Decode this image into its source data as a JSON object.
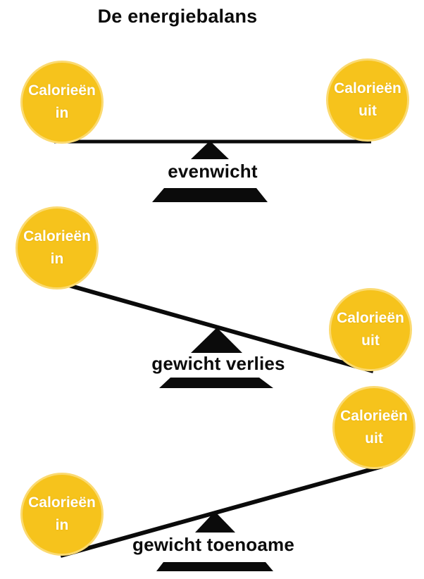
{
  "title": "De energiebalans",
  "colors": {
    "circle_fill": "#F6C31C",
    "circle_ring": "#FBDA71",
    "circle_text": "#FFFFFF",
    "ink": "#0B0B0B",
    "background": "#FFFFFF"
  },
  "balances": [
    {
      "label": "evenwicht",
      "tilt": "balanced",
      "left_circle": {
        "line1": "Calorieën",
        "line2": "in"
      },
      "right_circle": {
        "line1": "Calorieën",
        "line2": "uit"
      }
    },
    {
      "label": "gewicht verlies",
      "tilt": "left-high-right-low",
      "left_circle": {
        "line1": "Calorieën",
        "line2": "in"
      },
      "right_circle": {
        "line1": "Calorieën",
        "line2": "uit"
      }
    },
    {
      "label": "gewicht toenoame",
      "tilt": "right-high-left-low",
      "left_circle": {
        "line1": "Calorieën",
        "line2": "in"
      },
      "right_circle": {
        "line1": "Calorieën",
        "line2": "uit"
      }
    }
  ]
}
